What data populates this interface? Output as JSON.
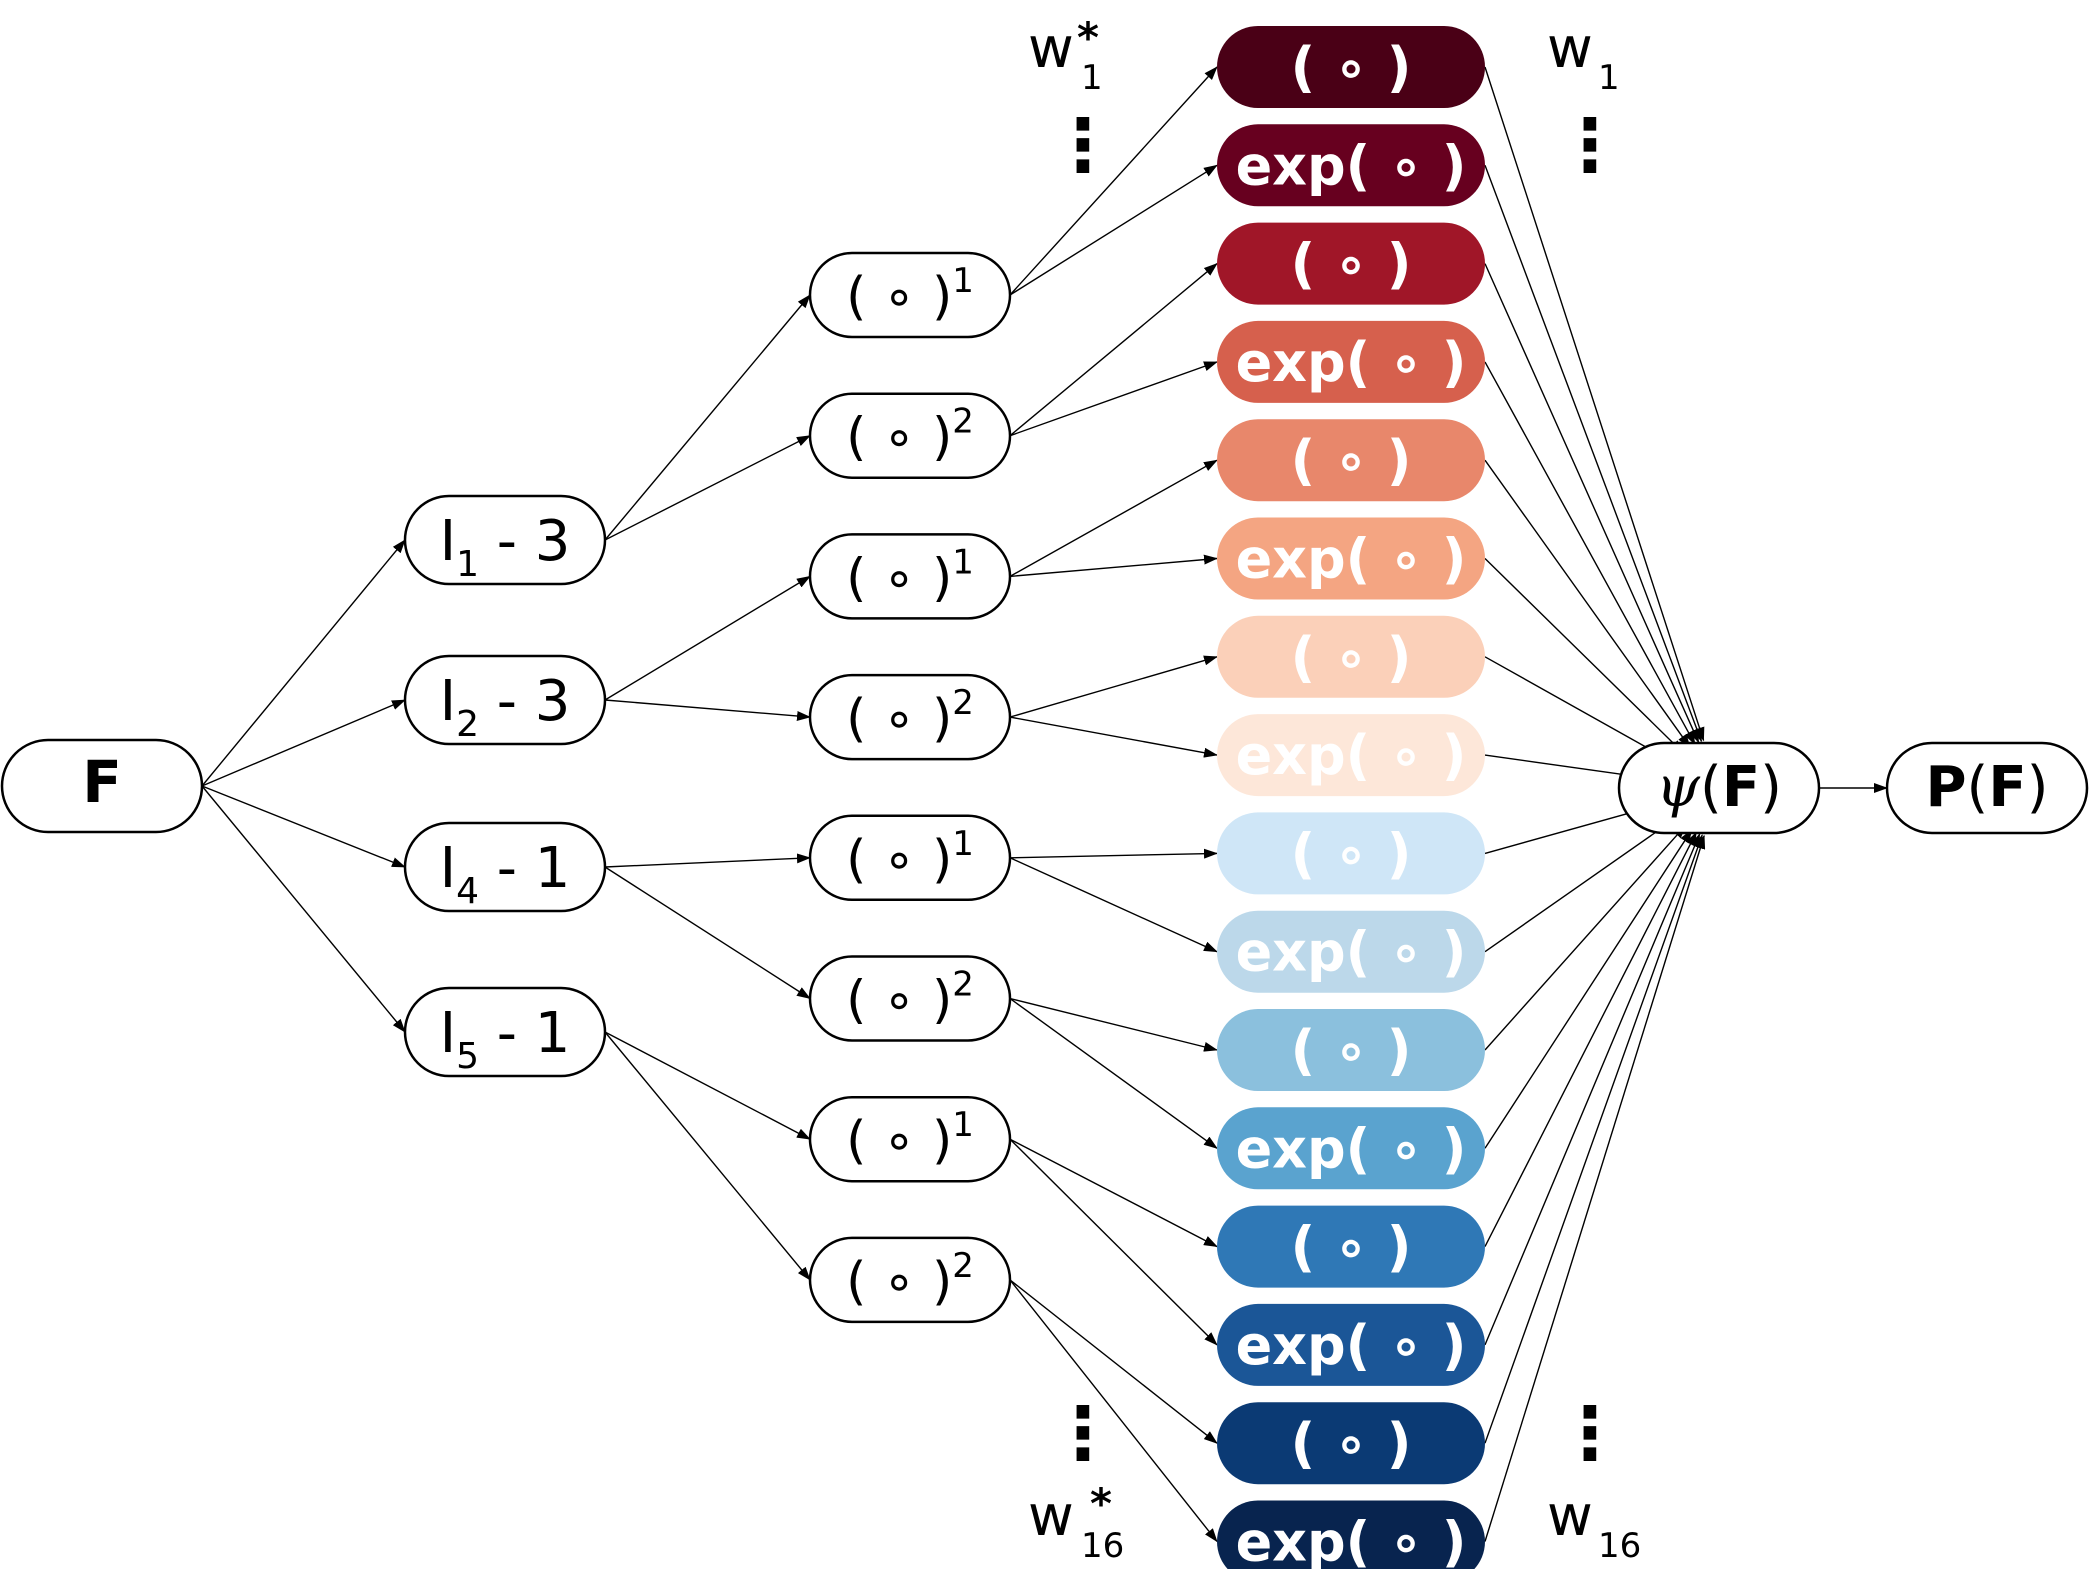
{
  "root": {
    "label": "F"
  },
  "invariants": [
    {
      "base": "I",
      "sub": "1",
      "rest": " - 3"
    },
    {
      "base": "I",
      "sub": "2",
      "rest": " - 3"
    },
    {
      "base": "I",
      "sub": "4",
      "rest": " - 1"
    },
    {
      "base": "I",
      "sub": "5",
      "rest": " - 1"
    }
  ],
  "power_labels": {
    "base": "( ∘ )",
    "sup1": "1",
    "sup2": "2"
  },
  "function_labels": {
    "identity": "( ∘ )",
    "exp": "exp( ∘ )"
  },
  "function_colors": [
    "#4a0016",
    "#67001f",
    "#a01628",
    "#d6604d",
    "#e8876b",
    "#f4a582",
    "#fbd0b9",
    "#fde7d9",
    "#cfe6f7",
    "#bcd8ea",
    "#8bc0dd",
    "#5aa3cf",
    "#2f78b6",
    "#1b5697",
    "#0b3a74",
    "#08244f"
  ],
  "function_text_colors": [
    "#ffffff",
    "#ffffff",
    "#ffffff",
    "#ffffff",
    "#ffffff",
    "#ffffff",
    "#ffffff",
    "#ffffff",
    "#ffffff",
    "#ffffff",
    "#ffffff",
    "#ffffff",
    "#ffffff",
    "#ffffff",
    "#ffffff",
    "#ffffff"
  ],
  "weights": {
    "star_top": {
      "base": "w",
      "sub": "1",
      "sup": "*"
    },
    "star_bottom": {
      "base": "w",
      "sub": "16",
      "sup": "*"
    },
    "top": {
      "base": "w",
      "sub": "1"
    },
    "bottom": {
      "base": "w",
      "sub": "16"
    },
    "ellipsis": "⋮"
  },
  "psi": {
    "symbol": "ψ",
    "open": "(",
    "arg": "F",
    "close": ")"
  },
  "output": {
    "fn": "P",
    "open": "(",
    "arg": "F",
    "close": ")"
  }
}
